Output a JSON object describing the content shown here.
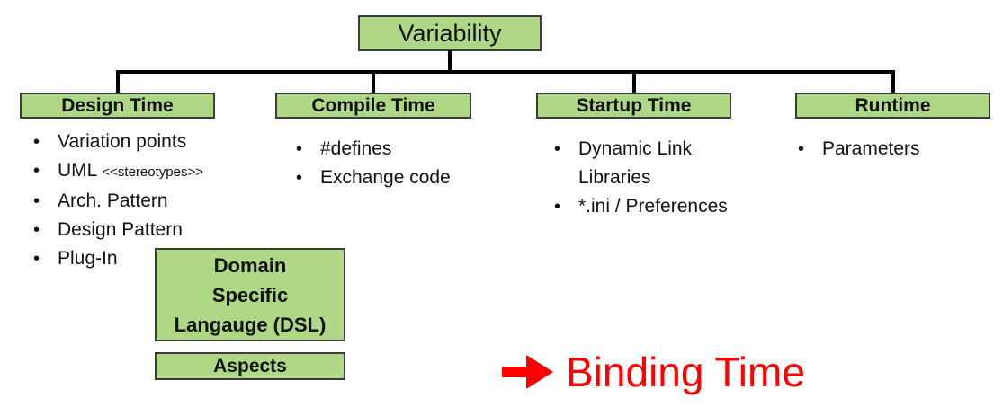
{
  "diagram": {
    "root": {
      "label": "Variability"
    },
    "columns": [
      {
        "header": "Design Time",
        "items": [
          {
            "text": "Variation points"
          },
          {
            "text": "UML",
            "small": "<<stereotypes>>"
          },
          {
            "text": "Arch. Pattern"
          },
          {
            "text": "Design Pattern"
          },
          {
            "text": "Plug-In"
          }
        ]
      },
      {
        "header": "Compile Time",
        "items": [
          {
            "text": "#defines"
          },
          {
            "text": "Exchange code"
          }
        ]
      },
      {
        "header": "Startup Time",
        "items": [
          {
            "text": "Dynamic Link Libraries"
          },
          {
            "text": "*.ini / Preferences"
          }
        ]
      },
      {
        "header": "Runtime",
        "items": [
          {
            "text": "Parameters"
          }
        ]
      }
    ],
    "extra_boxes": [
      {
        "name": "dsl",
        "lines": [
          "Domain",
          "Specific",
          "Langauge (DSL)"
        ]
      },
      {
        "name": "aspects",
        "label": "Aspects"
      }
    ],
    "annotation": {
      "label": "Binding Time",
      "icon": "right-arrow-icon",
      "color": "#ff0000"
    },
    "colors": {
      "box_fill": "#aed886",
      "box_border": "#3c3c3c",
      "connector": "#000000",
      "text": "#111111",
      "annotation": "#ff0000"
    }
  }
}
